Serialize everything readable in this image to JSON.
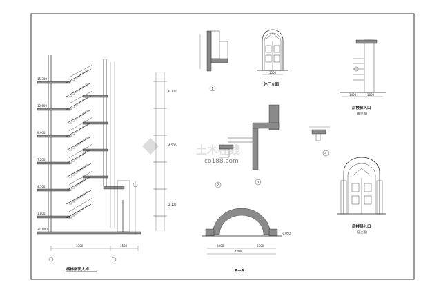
{
  "drawing": {
    "watermark_main": "土木在线",
    "watermark_sub": "co188.com",
    "main_section": {
      "title": "楼梯剖面大样",
      "levels": [
        "15.300",
        "12.600",
        "9.900",
        "7.200",
        "4.500",
        "1.800",
        "±0.000"
      ],
      "dims_bottom": [
        "3300",
        "1500"
      ]
    },
    "detail_1": {
      "mark": "1"
    },
    "detail_2": {
      "mark": "2"
    },
    "detail_3": {
      "mark": "3"
    },
    "detail_4": {
      "mark": "4"
    },
    "door_elevation": {
      "title": "外门立面",
      "dim": "1500"
    },
    "entrance_side": {
      "title": "后楼梯入口",
      "subtitle": "(侧立面)",
      "dims": [
        "1400",
        "1000"
      ]
    },
    "entrance_front": {
      "title": "后楼梯入口",
      "subtitle": "(正立面)"
    },
    "arch_section": {
      "title": "A—A",
      "dims": [
        "3300",
        "3300",
        "4200"
      ],
      "level": "-0.050"
    }
  }
}
